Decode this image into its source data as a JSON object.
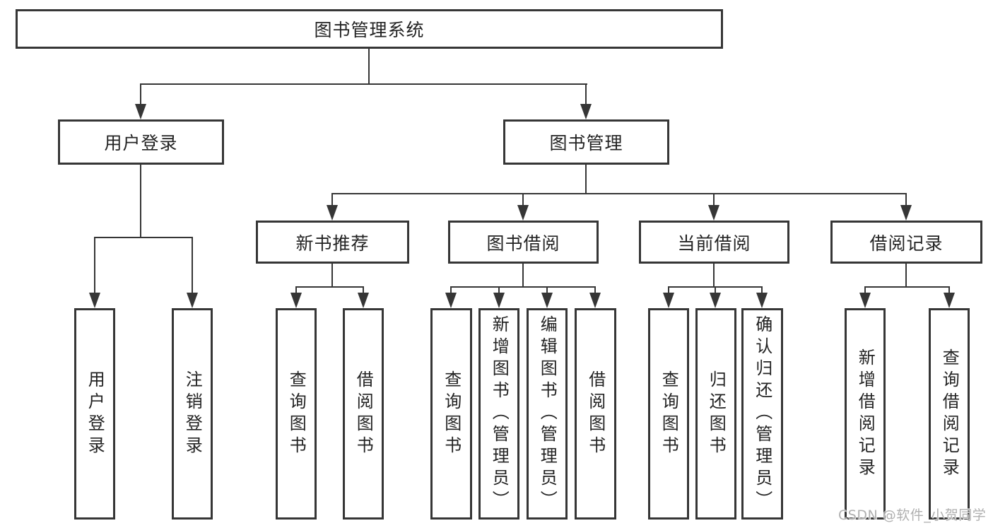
{
  "diagram": {
    "root": {
      "label": "图书管理系统"
    },
    "level2": [
      {
        "label": "用户登录",
        "children": [
          {
            "label": "用户登录"
          },
          {
            "label": "注销登录"
          }
        ]
      },
      {
        "label": "图书管理",
        "children": [
          {
            "label": "新书推荐",
            "children": [
              {
                "label": "查询图书"
              },
              {
                "label": "借阅图书"
              }
            ]
          },
          {
            "label": "图书借阅",
            "children": [
              {
                "label": "查询图书"
              },
              {
                "label": "新增图书（管理员）"
              },
              {
                "label": "编辑图书（管理员）"
              },
              {
                "label": "借阅图书"
              }
            ]
          },
          {
            "label": "当前借阅",
            "children": [
              {
                "label": "查询图书"
              },
              {
                "label": "归还图书"
              },
              {
                "label": "确认归还（管理员）"
              }
            ]
          },
          {
            "label": "借阅记录",
            "children": [
              {
                "label": "新增借阅记录"
              },
              {
                "label": "查询借阅记录"
              }
            ]
          }
        ]
      }
    ]
  },
  "watermark": {
    "text": "CSDN @软件_小贺同学"
  },
  "colors": {
    "stroke": "#363636",
    "box_fill": "#ffffff",
    "text": "#232323",
    "watermark": "#b0b0b0",
    "background": "#ffffff"
  }
}
